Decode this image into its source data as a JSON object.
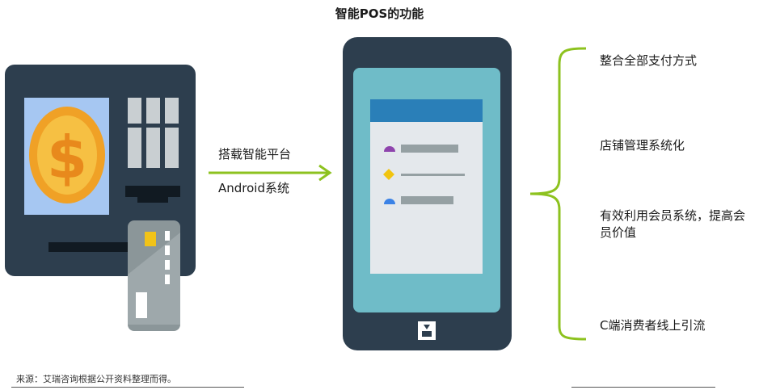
{
  "title": "智能POS的功能",
  "arrow": {
    "label_top": "搭载智能平台",
    "label_bottom": "Android系统"
  },
  "features": [
    "整合全部支付方式",
    "店铺管理系统化",
    "有效利用会员系统，提高会员价值",
    "C端消费者线上引流"
  ],
  "source": "来源：艾瑞咨询根据公开资料整理而得。",
  "colors": {
    "device_dark": "#2d3e4e",
    "screen_blue": "#a6c7f2",
    "coin": "#f0a126",
    "tablet_screen": "#6fbcc8",
    "app_header": "#2a7fb8",
    "accent_green": "#8dc21f",
    "card": "#8b9699"
  }
}
